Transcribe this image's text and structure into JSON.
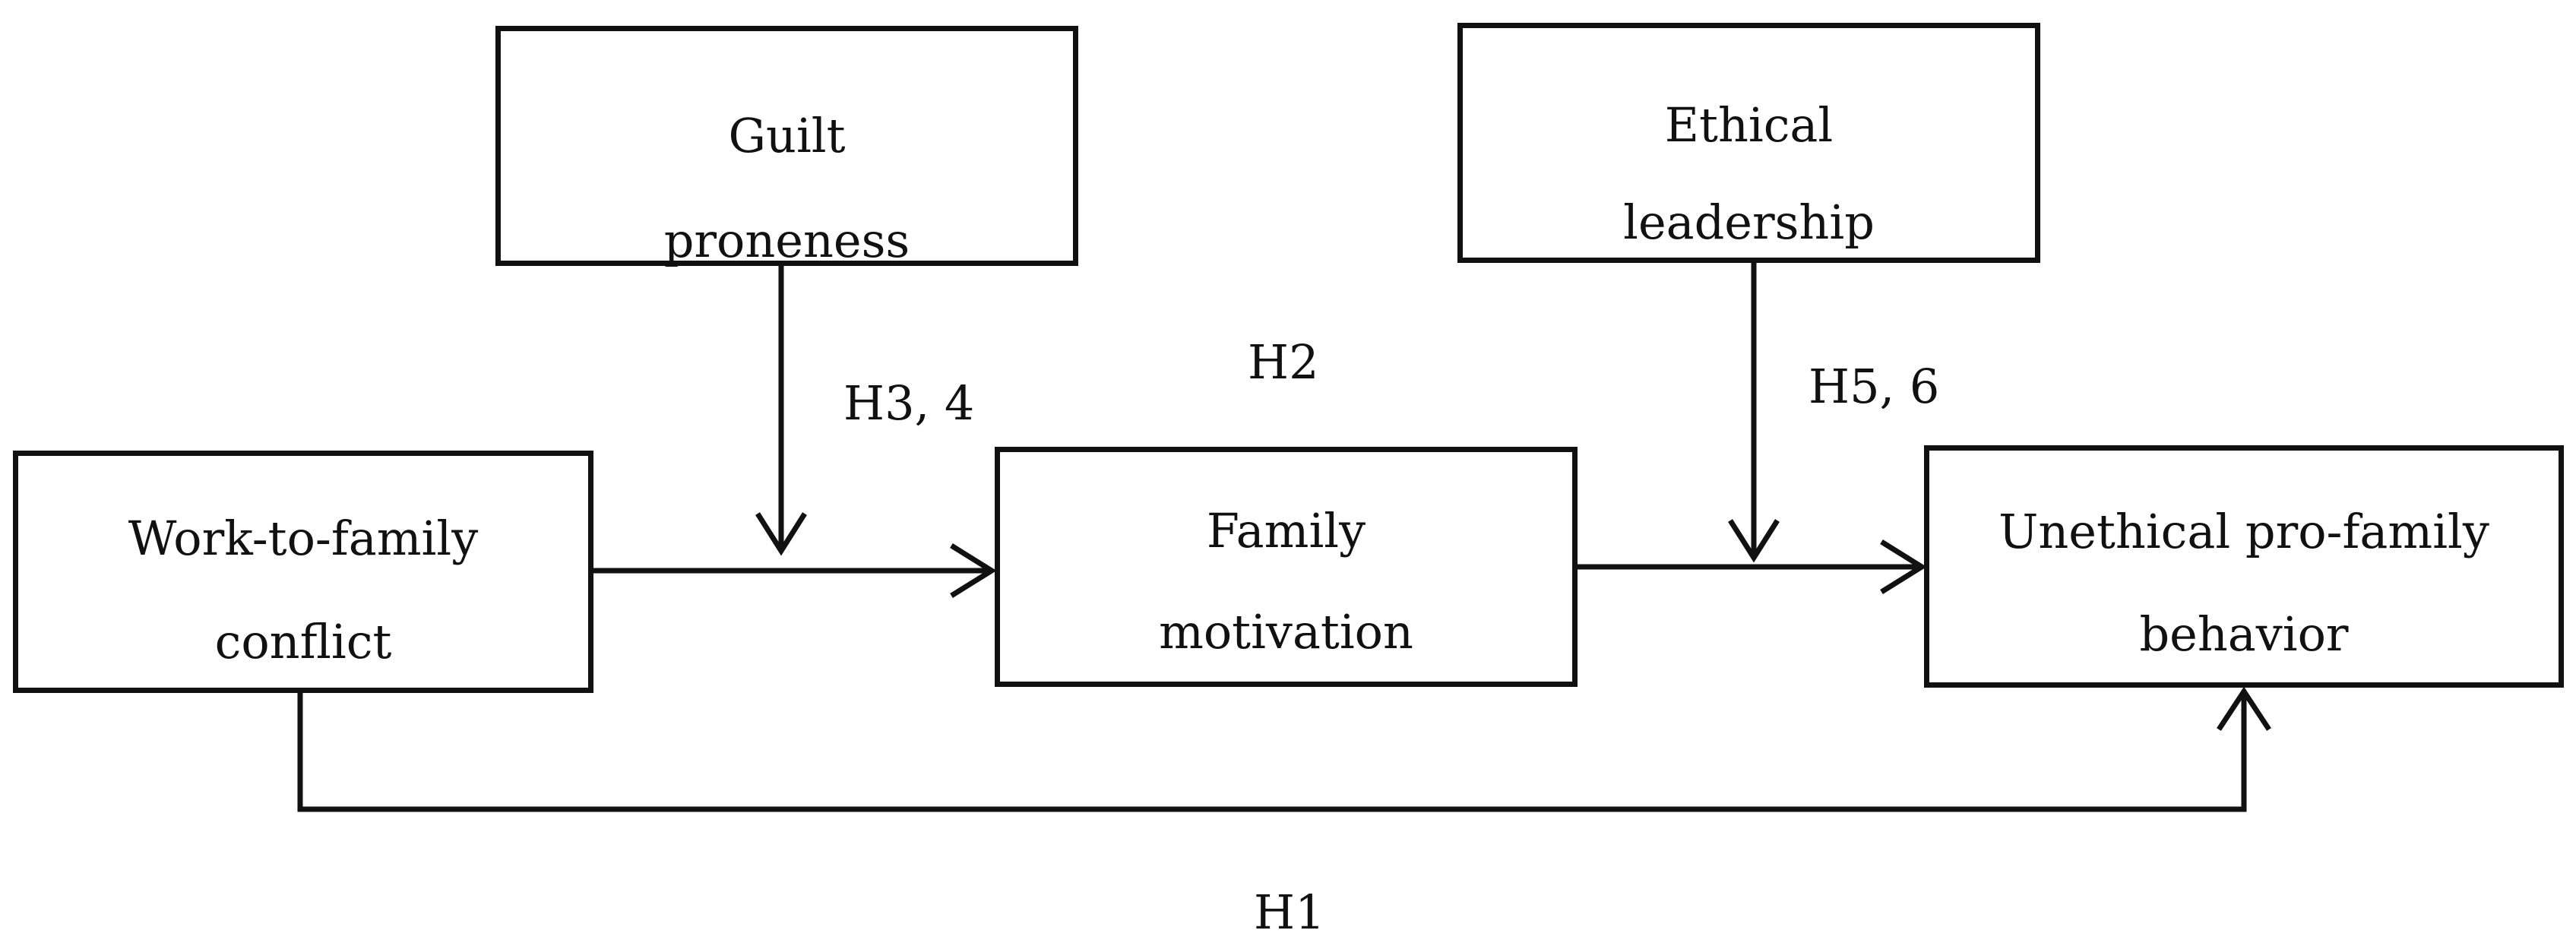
{
  "diagram": {
    "nodes": {
      "guilt_proneness": {
        "line1": "Guilt",
        "line2": "proneness"
      },
      "ethical_leadership": {
        "line1": "Ethical",
        "line2": "leadership"
      },
      "work_to_family_conflict": {
        "line1": "Work-to-family",
        "line2": "conflict"
      },
      "family_motivation": {
        "line1": "Family",
        "line2": "motivation"
      },
      "unethical_pro_family_behavior": {
        "line1": "Unethical pro-family",
        "line2": "behavior"
      }
    },
    "hypotheses": {
      "h3_4": "H3, 4",
      "h2": "H2",
      "h5_6": "H5, 6",
      "h1": "H1"
    },
    "edges": [
      {
        "from": "Work-to-family conflict",
        "to": "Family motivation"
      },
      {
        "from": "Family motivation",
        "to": "Unethical pro-family behavior"
      },
      {
        "from": "Work-to-family conflict",
        "to": "Unethical pro-family behavior"
      },
      {
        "from": "Guilt proneness",
        "to": "Work-to-family conflict → Family motivation"
      },
      {
        "from": "Ethical leadership",
        "to": "Family motivation → Unethical pro-family behavior"
      }
    ],
    "colors": {
      "stroke": "#111111",
      "background": "#ffffff"
    }
  }
}
